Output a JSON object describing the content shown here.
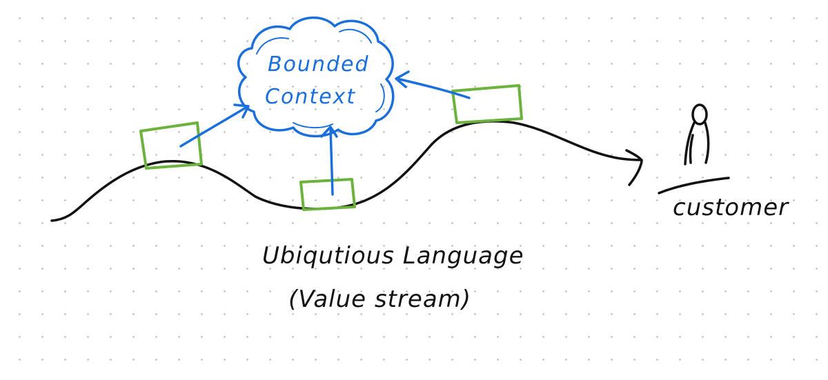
{
  "diagram": {
    "bounded_context_label_line1": "Bounded",
    "bounded_context_label_line2": "Context",
    "caption_line1": "Ubiqutious Language",
    "caption_line2": "(Value stream)",
    "customer_label": "customer"
  },
  "colors": {
    "ink": "#111111",
    "blue": "#1a6fdc",
    "green": "#6cb33e",
    "grid_dot": "#c9c9c9"
  },
  "icons": {
    "customer": "person-icon",
    "arrow": "arrow-icon"
  }
}
